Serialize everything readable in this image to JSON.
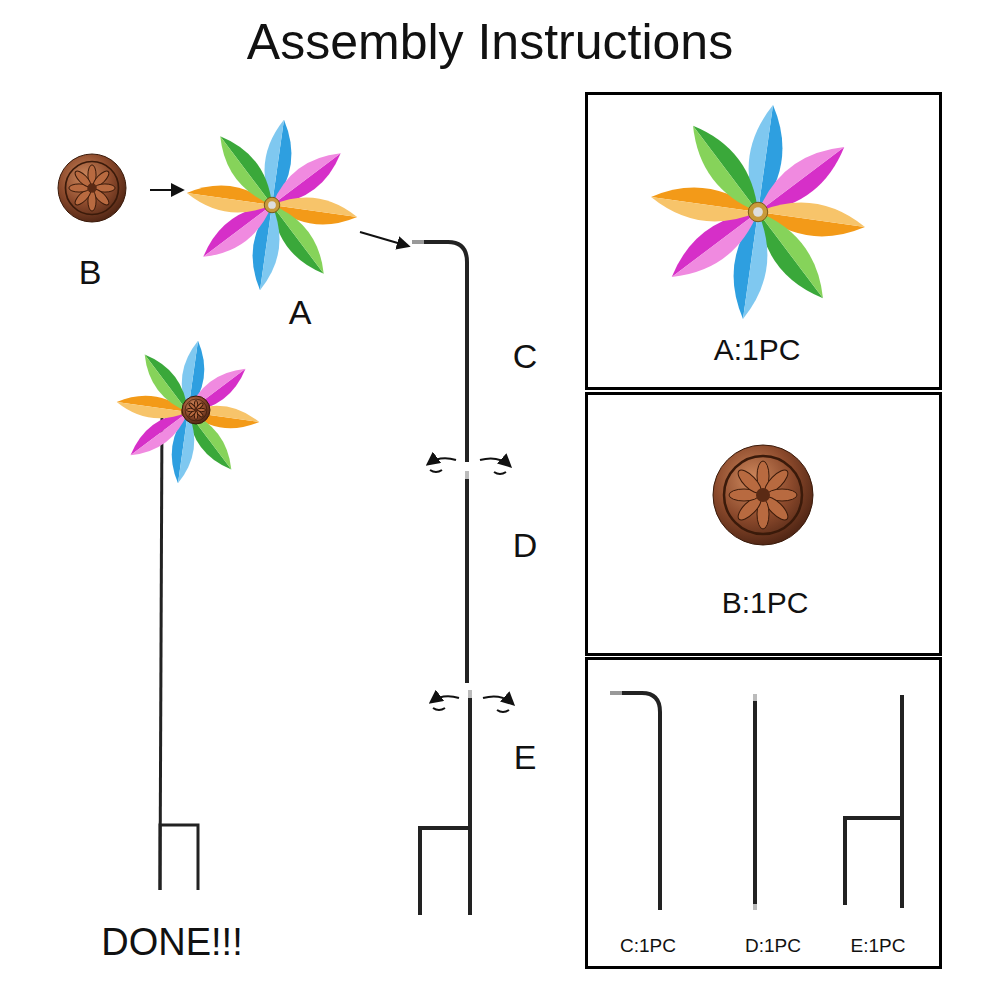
{
  "diagram": {
    "title": "Assembly Instructions",
    "nodes": [
      {
        "text": [
          "A:1PC"
        ]
      },
      {
        "text": [
          "B:1PC"
        ]
      },
      {
        "text": [
          "C:1PC",
          "D:1PC",
          "E:1PC"
        ]
      }
    ],
    "labels": [
      "B",
      "A",
      "C",
      "D",
      "E",
      "DONE!!!"
    ]
  }
}
